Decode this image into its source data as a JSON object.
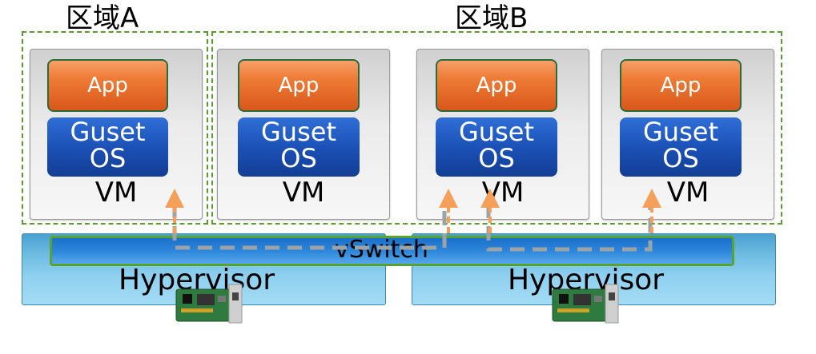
{
  "zones": [
    {
      "label": "区域A"
    },
    {
      "label": "区域B"
    }
  ],
  "vms": [
    {
      "app": "App",
      "os": "Guset\nOS",
      "label": "VM"
    },
    {
      "app": "App",
      "os": "Guset\nOS",
      "label": "VM"
    },
    {
      "app": "App",
      "os": "Guset\nOS",
      "label": "VM"
    },
    {
      "app": "App",
      "os": "Guset\nOS",
      "label": "VM"
    }
  ],
  "hypervisors": [
    {
      "label": "Hypervisor"
    },
    {
      "label": "Hypervisor"
    }
  ],
  "vswitch": {
    "label": "vSwitch"
  },
  "colors": {
    "zone_border": "#5a9a32",
    "app_fill": "#ee7c36",
    "os_fill": "#1a4fb4",
    "hypervisor_fill": "#8fd0ef",
    "vswitch_fill": "#2d86db",
    "vswitch_border": "#57a32e",
    "arrow": "#f5a05a",
    "link_dashes": "#9ca3a6"
  },
  "icons": [
    "network-card-icon",
    "network-card-icon"
  ]
}
